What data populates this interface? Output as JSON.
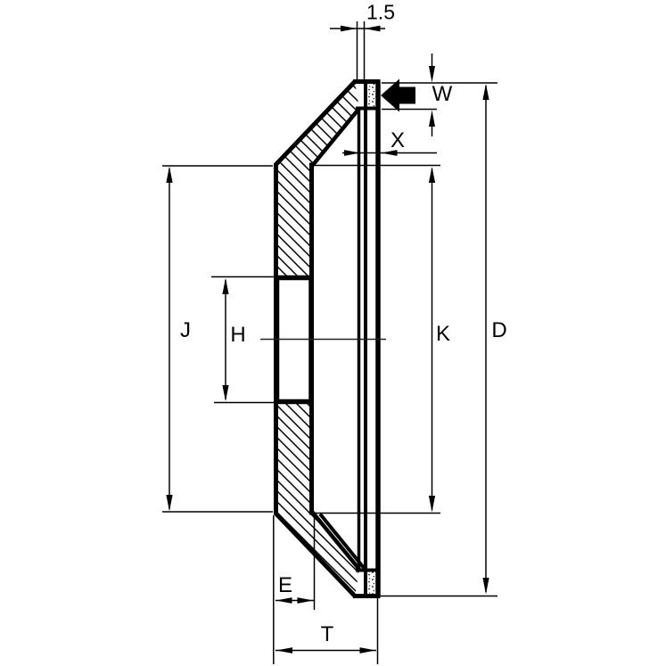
{
  "diagram": {
    "kind": "grinding-wheel-cross-section",
    "colors": {
      "line": "#000000",
      "background": "#ffffff"
    },
    "labels": {
      "rim_step_width": "1.5",
      "abrasive_depth": "W",
      "abrasive_thickness": "X",
      "flange_diameter": "J",
      "bore_diameter": "H",
      "recess_diameter": "K",
      "outer_diameter": "D",
      "back_thickness": "E",
      "total_thickness": "T"
    }
  }
}
